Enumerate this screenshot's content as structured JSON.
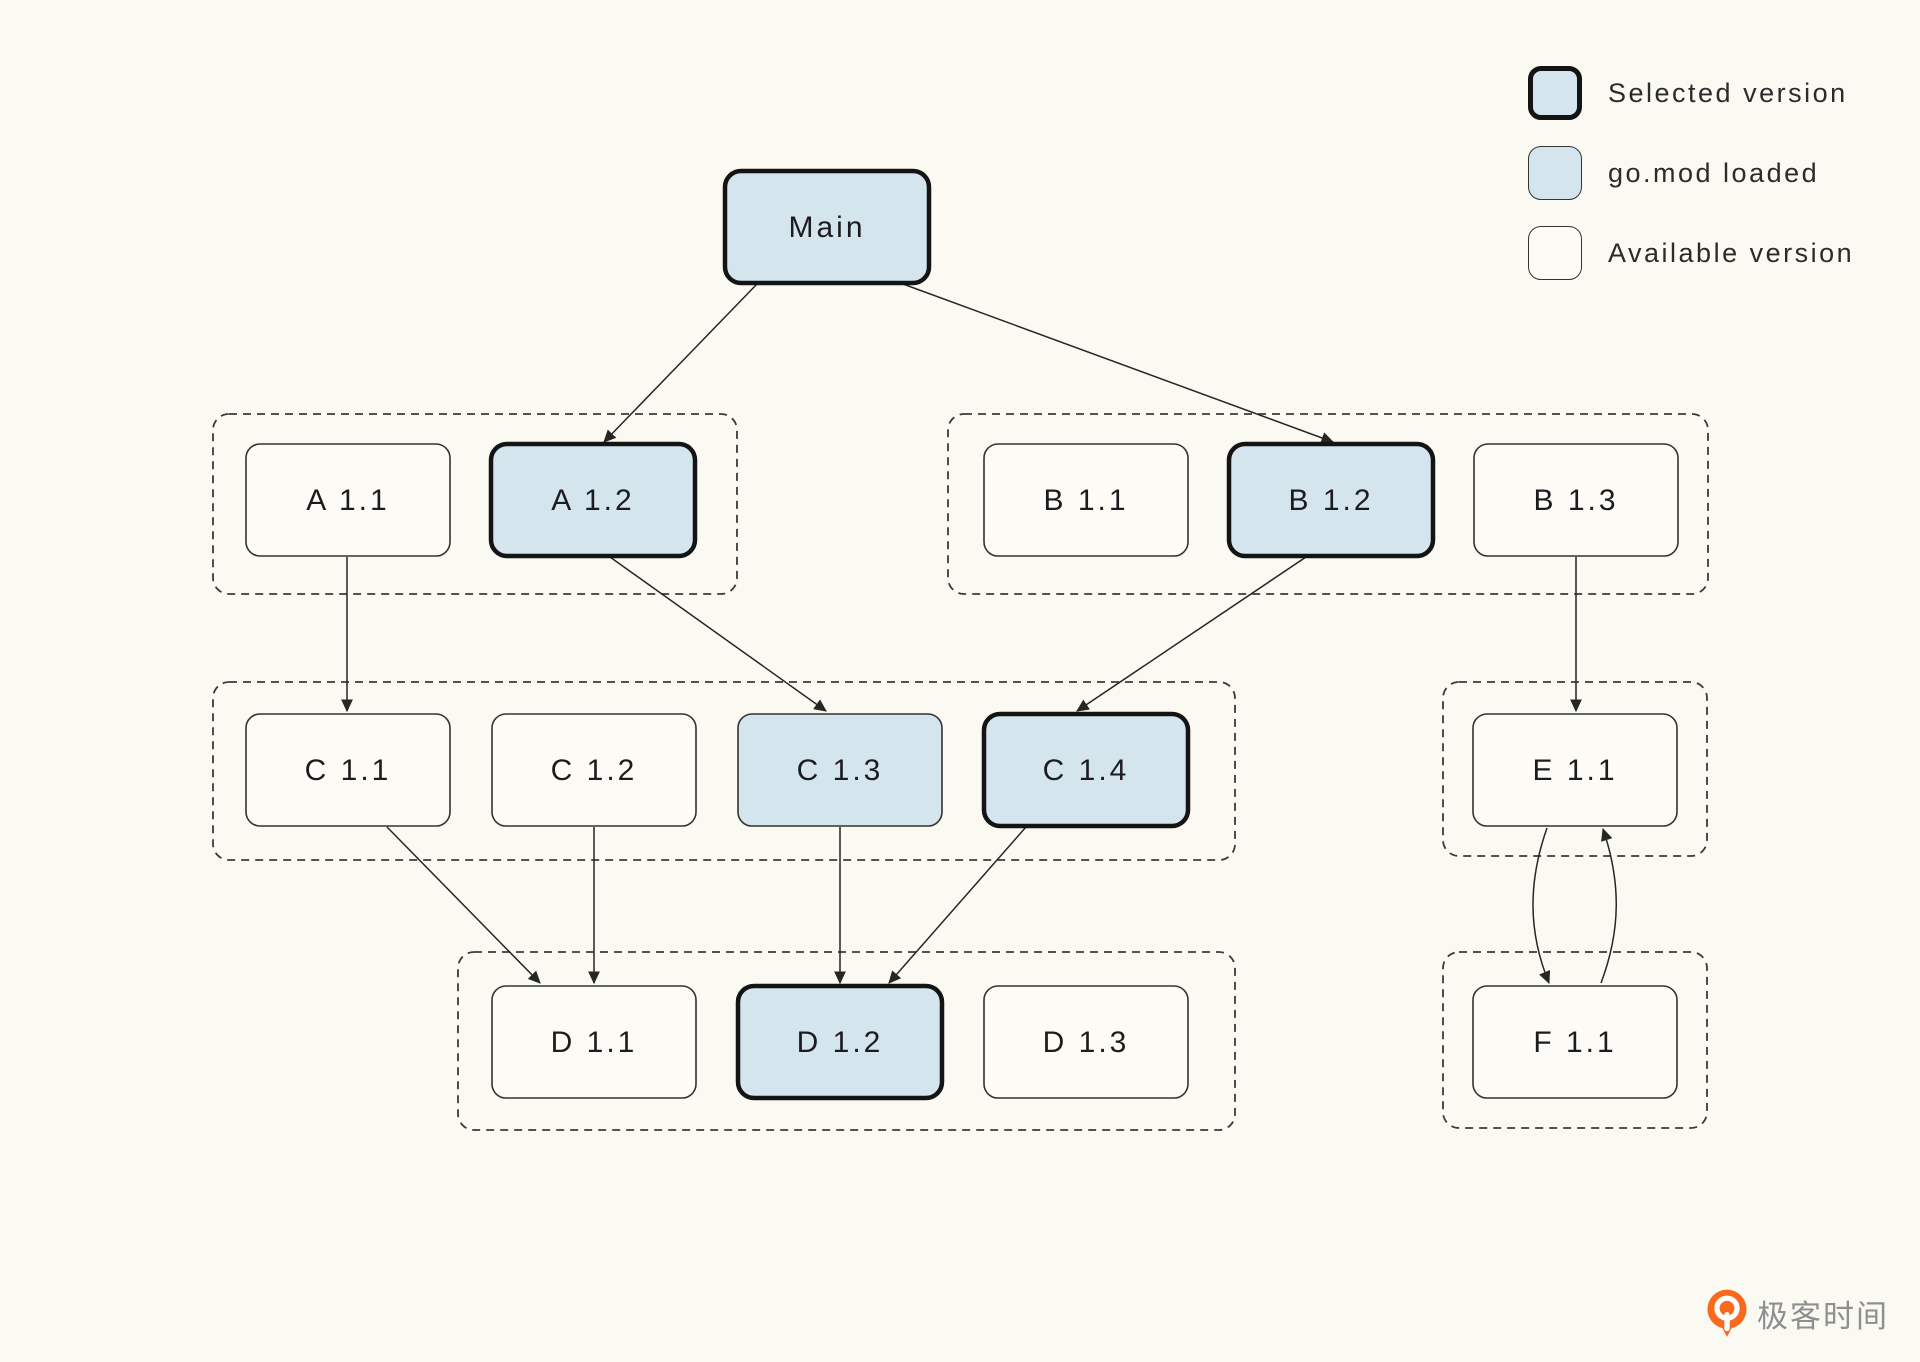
{
  "legend": {
    "items": [
      {
        "id": "selected",
        "label": "Selected version"
      },
      {
        "id": "loaded",
        "label": "go.mod loaded"
      },
      {
        "id": "available",
        "label": "Available version"
      }
    ]
  },
  "colors": {
    "background": "#faf9f2",
    "selected_fill": "#d4e5ee",
    "loaded_fill": "#d4e5ee",
    "available_fill": "#fcfbf6",
    "selected_border": "#141414",
    "thin_border": "#333333",
    "dashed_border": "#3a3a3a",
    "arrow": "#262626",
    "brand_orange": "#f96a1f",
    "brand_gray": "#8f8f8f"
  },
  "diagram": {
    "nodes": [
      {
        "id": "main",
        "label": "Main",
        "state": "selected",
        "group": null
      },
      {
        "id": "a11",
        "label": "A 1.1",
        "state": "available",
        "group": "A"
      },
      {
        "id": "a12",
        "label": "A 1.2",
        "state": "selected",
        "group": "A"
      },
      {
        "id": "b11",
        "label": "B 1.1",
        "state": "available",
        "group": "B"
      },
      {
        "id": "b12",
        "label": "B 1.2",
        "state": "selected",
        "group": "B"
      },
      {
        "id": "b13",
        "label": "B 1.3",
        "state": "available",
        "group": "B"
      },
      {
        "id": "c11",
        "label": "C 1.1",
        "state": "available",
        "group": "C"
      },
      {
        "id": "c12",
        "label": "C 1.2",
        "state": "available",
        "group": "C"
      },
      {
        "id": "c13",
        "label": "C 1.3",
        "state": "loaded",
        "group": "C"
      },
      {
        "id": "c14",
        "label": "C 1.4",
        "state": "selected",
        "group": "C"
      },
      {
        "id": "d11",
        "label": "D 1.1",
        "state": "available",
        "group": "D"
      },
      {
        "id": "d12",
        "label": "D 1.2",
        "state": "selected",
        "group": "D"
      },
      {
        "id": "d13",
        "label": "D 1.3",
        "state": "available",
        "group": "D"
      },
      {
        "id": "e11",
        "label": "E 1.1",
        "state": "available",
        "group": "E"
      },
      {
        "id": "f11",
        "label": "F 1.1",
        "state": "available",
        "group": "F"
      }
    ],
    "groups": [
      "A",
      "B",
      "C",
      "D",
      "E",
      "F"
    ],
    "edges": [
      {
        "from": "main",
        "to": "a12",
        "shape": "straight"
      },
      {
        "from": "main",
        "to": "b12",
        "shape": "straight"
      },
      {
        "from": "a11",
        "to": "c11",
        "shape": "straight"
      },
      {
        "from": "a12",
        "to": "c13",
        "shape": "straight"
      },
      {
        "from": "b12",
        "to": "c14",
        "shape": "straight"
      },
      {
        "from": "b13",
        "to": "e11",
        "shape": "straight"
      },
      {
        "from": "c11",
        "to": "d11",
        "shape": "straight"
      },
      {
        "from": "c12",
        "to": "d11",
        "shape": "straight"
      },
      {
        "from": "c13",
        "to": "d12",
        "shape": "straight"
      },
      {
        "from": "c14",
        "to": "d12",
        "shape": "straight"
      },
      {
        "from": "e11",
        "to": "f11",
        "shape": "curve-left"
      },
      {
        "from": "f11",
        "to": "e11",
        "shape": "curve-right"
      }
    ]
  },
  "footer": {
    "brand": "极客时间"
  }
}
